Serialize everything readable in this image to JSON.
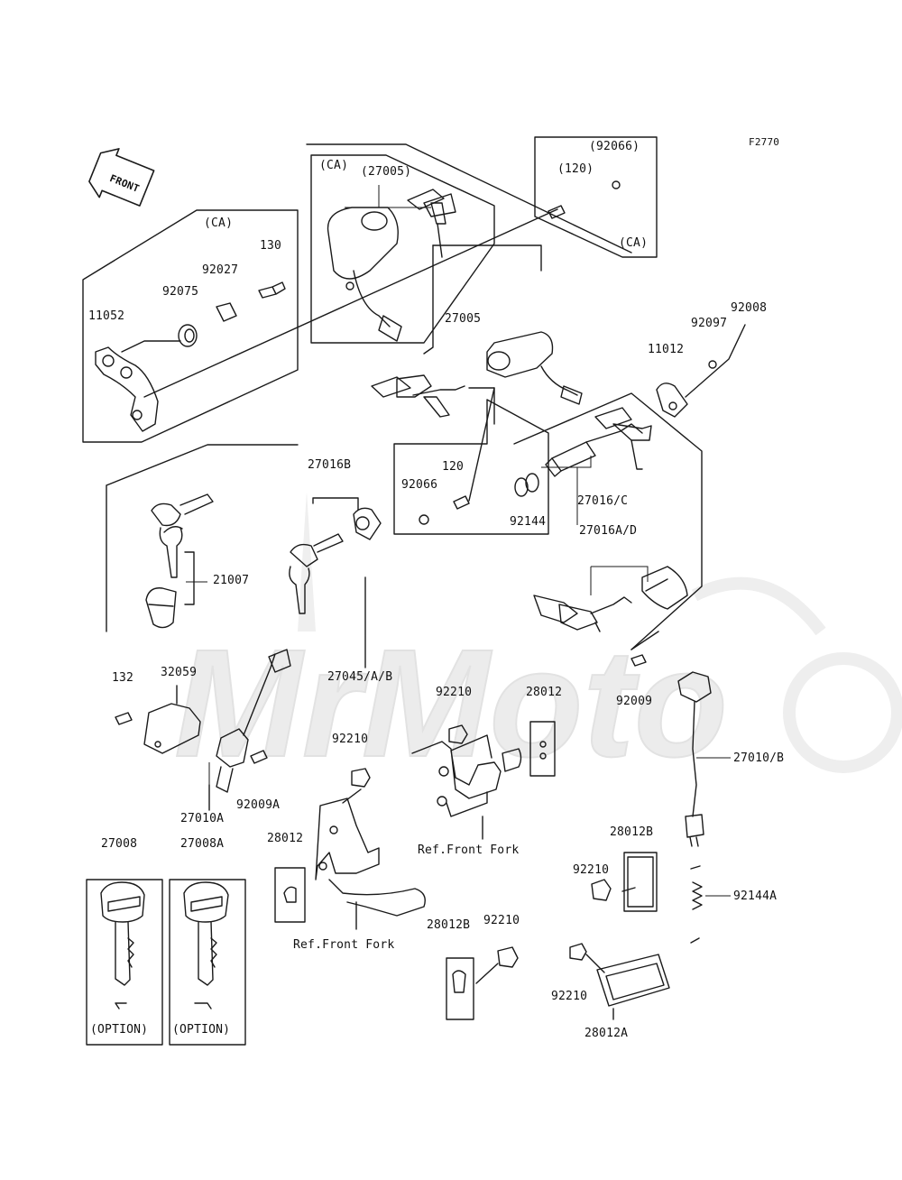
{
  "figure_code": "F2770",
  "direction_label": "FRONT",
  "watermark": "MrMoto",
  "labels": {
    "p92066_ca": "(92066)",
    "p120_ca": "(120)",
    "ca_right": "(CA)",
    "ca_top": "(CA)",
    "p27005_ca": "(27005)",
    "ca_left": "(CA)",
    "p130": "130",
    "p92027": "92027",
    "p92075": "92075",
    "p11052": "11052",
    "p27005": "27005",
    "p92008": "92008",
    "p92097": "92097",
    "p11012": "11012",
    "p27016B": "27016B",
    "p120": "120",
    "p92066": "92066",
    "p92144": "92144",
    "p27016C": "27016/C",
    "p27016AD": "27016A/D",
    "p21007": "21007",
    "p27045": "27045/A/B",
    "p132": "132",
    "p32059": "32059",
    "p92210_a": "92210",
    "p28012_a": "28012",
    "p92009": "92009",
    "p92210_b": "92210",
    "p92009A": "92009A",
    "p27010A": "27010A",
    "p27010B": "27010/B",
    "ref_fork_1": "Ref.Front Fork",
    "p28012B_r": "28012B",
    "p28012_l": "28012",
    "p92210_c": "92210",
    "p92144A": "92144A",
    "p27008": "27008",
    "p27008A": "27008A",
    "ref_fork_2": "Ref.Front Fork",
    "p28012B_b": "28012B",
    "p92210_d": "92210",
    "p92210_e": "92210",
    "p28012A": "28012A",
    "option_1": "(OPTION)",
    "option_2": "(OPTION)"
  }
}
